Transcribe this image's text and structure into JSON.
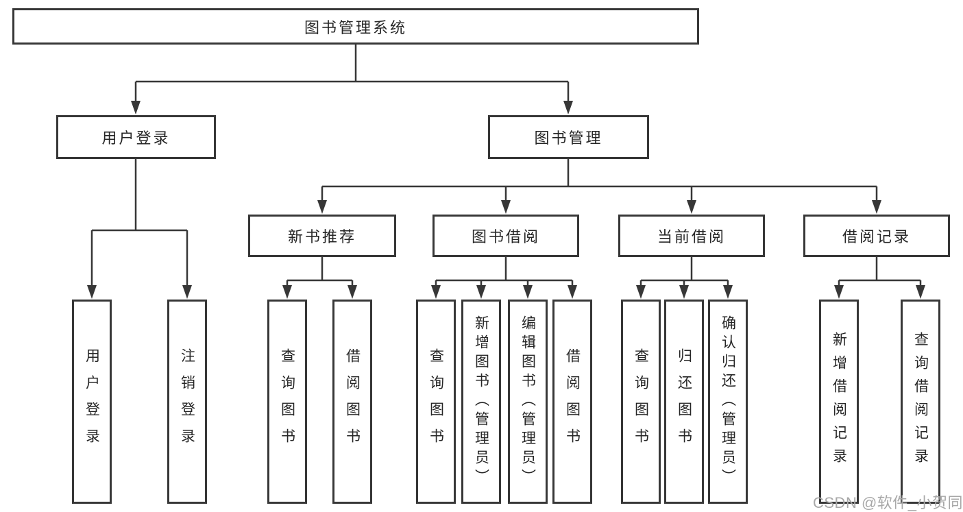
{
  "diagram": {
    "root": {
      "label": "图书管理系统"
    },
    "level2": {
      "user_login": {
        "label": "用户登录"
      },
      "book_management": {
        "label": "图书管理"
      }
    },
    "level3": {
      "new_book_recommend": {
        "label": "新书推荐"
      },
      "book_borrowing": {
        "label": "图书借阅"
      },
      "current_borrowing": {
        "label": "当前借阅"
      },
      "borrowing_records": {
        "label": "借阅记录"
      }
    },
    "leaves": {
      "user_login_action": "用户登录",
      "logout_action": "注销登录",
      "newbook_search": "查询图书",
      "newbook_borrow": "借阅图书",
      "borrowing_search": "查询图书",
      "borrowing_add_admin": "新增图书（管理员）",
      "borrowing_edit_admin": "编辑图书（管理员）",
      "borrowing_borrow": "借阅图书",
      "current_search": "查询图书",
      "current_return": "归还图书",
      "current_confirm_admin": "确认归还（管理员）",
      "records_add": "新增借阅记录",
      "records_search": "查询借阅记录"
    }
  },
  "watermark": {
    "text": "CSDN @软件_小贺同学"
  },
  "colors": {
    "line": "#373737",
    "border": "#373737",
    "text": "#262626",
    "watermark": "#a8a8a8",
    "background": "#ffffff"
  }
}
